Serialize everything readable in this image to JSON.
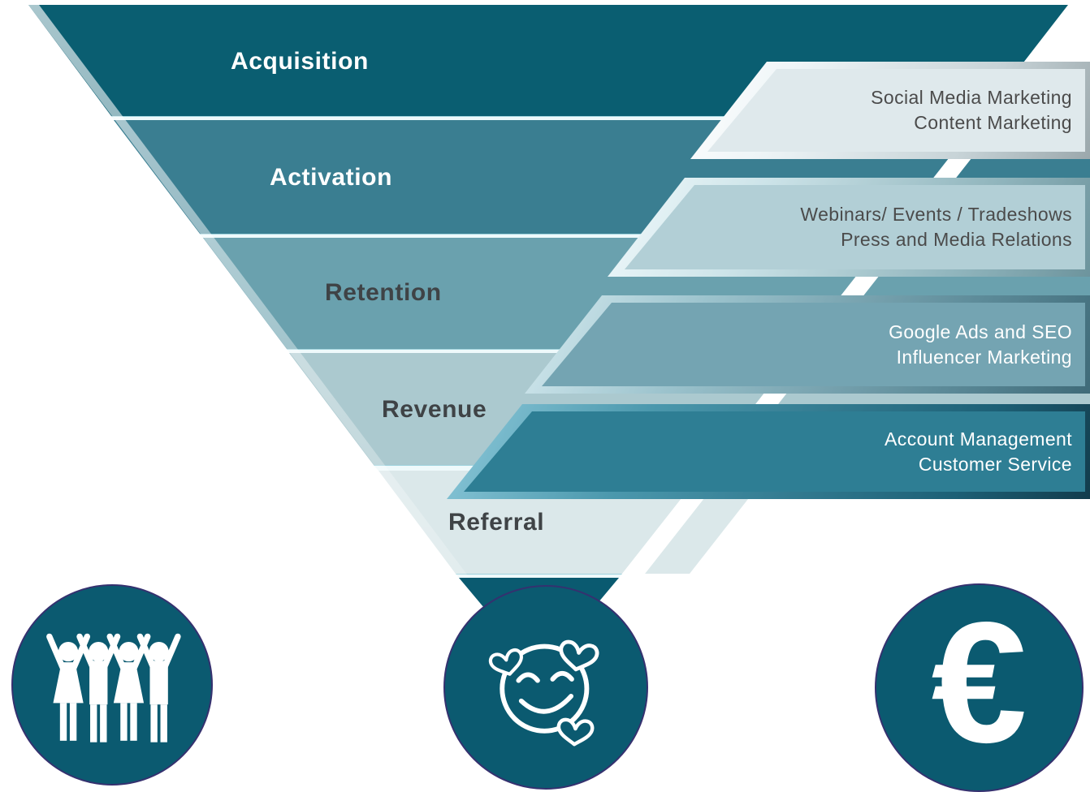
{
  "funnel": {
    "stages": [
      {
        "label": "Acquisition",
        "color": "#0a5e71",
        "text_color": "#ffffff"
      },
      {
        "label": "Activation",
        "color": "#3a7e91",
        "text_color": "#ffffff"
      },
      {
        "label": "Retention",
        "color": "#6aa1ae",
        "text_color": "#3f4346"
      },
      {
        "label": "Revenue",
        "color": "#abc9cf",
        "text_color": "#3f4346"
      },
      {
        "label": "Referral",
        "color": "#dbe8ea",
        "text_color": "#3f4346"
      }
    ],
    "tip_color": "#0a5a70"
  },
  "tabs": [
    {
      "lines": [
        "Social Media Marketing",
        "Content Marketing"
      ],
      "color": "#dfe9ec",
      "text_color": "#4b4b4b"
    },
    {
      "lines": [
        "Webinars/ Events / Tradeshows",
        "Press and Media Relations"
      ],
      "color": "#b2cfd6",
      "text_color": "#4b4b4b"
    },
    {
      "lines": [
        "Google Ads and SEO",
        "Influencer Marketing"
      ],
      "color": "#74a4b2",
      "text_color": "#ffffff"
    },
    {
      "lines": [
        "Account Management",
        "Customer Service"
      ],
      "color": "#2e7e94",
      "text_color": "#ffffff"
    }
  ],
  "bottom_icons": [
    {
      "name": "people-celebrating-icon"
    },
    {
      "name": "smiling-face-with-hearts-icon"
    },
    {
      "name": "euro-sign-icon",
      "glyph": "€"
    }
  ],
  "colors": {
    "circle_fill": "#0b5a70",
    "circle_border": "#35316f",
    "icon_stroke": "#ffffff",
    "background": "#ffffff"
  }
}
